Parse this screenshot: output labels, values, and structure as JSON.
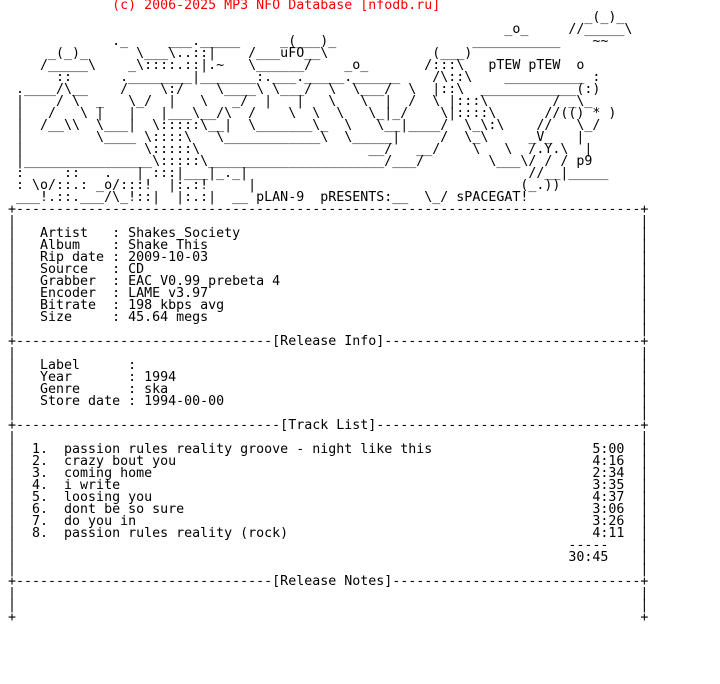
{
  "header": "             (c) 2006-2025 MP3 NFO Database [nfodb.ru]",
  "ascii_art": [
    "                                                                        _(_)_",
    "                                                              _o_     //_____\\",
    "             ._     ___._____     _(___)_                 ___________    ~~",
    "     _(_)_      \\___\\..::|    /___uFO__\\             (___)       ",
    "    /_____\\    _\\::::.::|.~   \\______/    _o_       /:::\\   pTEW pTEW  o",
    "      ::      .________|_______:.___._____.______    /\\::\\    __________ :",
    " .____/\\__    /    \\:/    \\____\\ \\___/  \\  \\___/  \\  |::\\  ____________(:)",
    " |    / \\  _   \\_/  |   \\   _/  |   |   \\   \\  |  /  \\ |:::\\        / _\\_",
    " |   /   \\ |   |   |___\\__/\\  /    \\  \\  \\   \\_|_/    \\|::::\\      //(() * )",
    " |  /__\\\\  \\___|  \\:::::\\__|  \\_______\\_  \\   \\__|____/  \\_\\:\\    //   \\_/",
    " |         \\____ \\::::\\   \\____________\\  \\_____|     /  \\_\\     _V_   |",
    " |               \\:::::\\                     __/   __/    \\   \\  /.Y.\\  |",
    " |________________\\:::::\\______________________/___/        \\___\\/ / / p9",
    " :     ::   .   | :::|___|_._|                                   //__|_____",
    " : \\o/::.: _o/:::!  |:.:!     |                                _(_.))",
    " ___!.::.___/\\_!::|  |:.:|  __ pLAN-9  pRESENTS:__  \\_/ sPACEGAT!",
    "+------------------------------------------------------------------------------+",
    "|                                                                              |",
    "|   Artist   : Shakes Society                                                  |",
    "|   Album    : Shake This                                                      |",
    "|   Rip date : 2009-10-03                                                      |",
    "|   Source   : CD                                                              |",
    "|   Grabber  : EAC V0.99 prebeta 4                                             |",
    "|   Encoder  : LAME v3.97                                                      |",
    "|   Bitrate  : 198 kbps avg                                                    |",
    "|   Size     : 45.64 megs                                                      |",
    "|                                                                              |",
    "+--------------------------------[Release Info]--------------------------------+",
    "|                                                                              |",
    "|   Label      :                                                               |",
    "|   Year       : 1994                                                          |",
    "|   Genre      : ska                                                           |",
    "|   Store date : 1994-00-00                                                    |",
    "|                                                                              |",
    "+---------------------------------[Track List]---------------------------------+",
    "|                                                                              |",
    "|  1.  passion rules reality groove - night like this                    5:00  |",
    "|  2.  crazy bout you                                                    4:16  |",
    "|  3.  coming home                                                       2:34  |",
    "|  4.  i write                                                           3:35  |",
    "|  5.  loosing you                                                       4:37  |",
    "|  6.  dont be so sure                                                   3:06  |",
    "|  7.  do you in                                                         3:26  |",
    "|  8.  passion rules reality (rock)                                      4:11  |",
    "|                                                                     -----    |",
    "|                                                                     30:45    |",
    "|                                                                              |",
    "+--------------------------------[Release Notes]-------------------------------+",
    "|                                                                              |",
    "|                                                                              |",
    "+                                                                              +"
  ]
}
